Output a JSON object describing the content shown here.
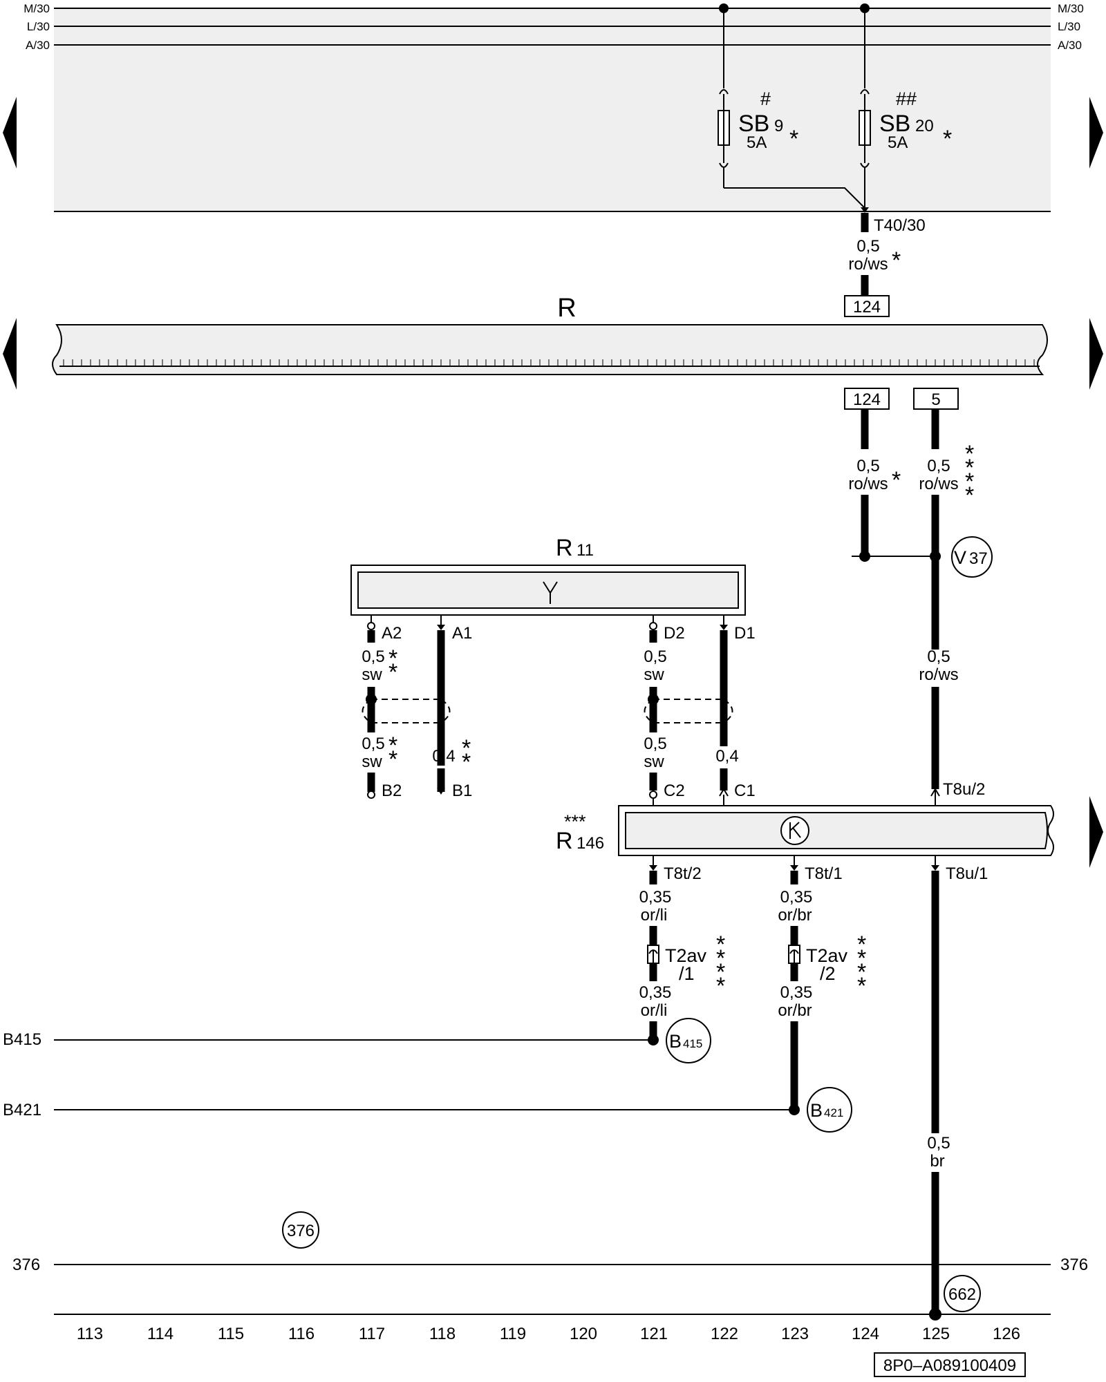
{
  "rails": {
    "m30": "M/30",
    "l30": "L/30",
    "a30": "A/30"
  },
  "fuse_sb9": {
    "mark": "#",
    "name": "SB",
    "num": "9",
    "rating": "5A",
    "star": "*"
  },
  "fuse_sb20": {
    "mark": "##",
    "name": "SB",
    "num": "20",
    "rating": "5A",
    "star": "*"
  },
  "top_connector": {
    "id": "T40/30",
    "size": "0,5",
    "color": "ro/ws",
    "star": "*"
  },
  "harness": {
    "name": "R",
    "pin_top": "124",
    "pin_bottom_a": "124",
    "pin_bottom_b": "5"
  },
  "wire_124": {
    "size": "0,5",
    "color": "ro/ws",
    "star": "*"
  },
  "wire_5": {
    "size": "0,5",
    "color": "ro/ws",
    "star": "*\n*\n*\n*"
  },
  "junction_v37": {
    "label": "V",
    "num": "37"
  },
  "wire_v37_down": {
    "size": "0,5",
    "color": "ro/ws"
  },
  "r11": {
    "name": "R",
    "num": "11",
    "symbol": "Y",
    "pins": {
      "a2": "A2",
      "a1": "A1",
      "d2": "D2",
      "d1": "D1",
      "b2": "B2",
      "b1": "B1"
    },
    "a2_top": {
      "size": "0,5",
      "color": "sw",
      "star": "*\n*"
    },
    "a2_bottom": {
      "size": "0,5",
      "color": "sw",
      "star": "*\n*"
    },
    "a1_bottom": {
      "size": "0,4",
      "star": "*\n*"
    },
    "d2_top": {
      "size": "0,5",
      "color": "sw"
    },
    "d2_bottom": {
      "size": "0,5",
      "color": "sw"
    },
    "d1_bottom": {
      "size": "0,4"
    }
  },
  "r146": {
    "name": "R",
    "num": "146",
    "stars": "***",
    "pins_top": {
      "c2": "C2",
      "c1": "C1",
      "t8u2": "T8u/2"
    },
    "pins_bottom": {
      "t8t2": "T8t/2",
      "t8t1": "T8t/1",
      "t8u1": "T8u/1"
    }
  },
  "wire_t8t2": {
    "size": "0,35",
    "color": "or/li"
  },
  "conn_t2av1": {
    "name": "T2av",
    "pin": "/1",
    "star": "*\n*\n*\n*"
  },
  "wire_t8t2_low": {
    "size": "0,35",
    "color": "or/li"
  },
  "wire_t8t1": {
    "size": "0,35",
    "color": "or/br"
  },
  "conn_t2av2": {
    "name": "T2av",
    "pin": "/2",
    "star": "*\n*\n*\n*"
  },
  "wire_t8t1_low": {
    "size": "0,35",
    "color": "or/br"
  },
  "wire_t8u1_low": {
    "size": "0,5",
    "color": "br"
  },
  "bus_b415": {
    "label": "B415",
    "bubble_main": "B",
    "bubble_sub": "415"
  },
  "bus_b421": {
    "label": "B421",
    "bubble_main": "B",
    "bubble_sub": "421"
  },
  "ref_376": {
    "bubble": "376",
    "left": "376",
    "right": "376"
  },
  "ref_662": {
    "bubble": "662"
  },
  "scale": [
    "113",
    "114",
    "115",
    "116",
    "117",
    "118",
    "119",
    "120",
    "121",
    "122",
    "123",
    "124",
    "125",
    "126"
  ],
  "drawing_id": "8P0–A089100409"
}
